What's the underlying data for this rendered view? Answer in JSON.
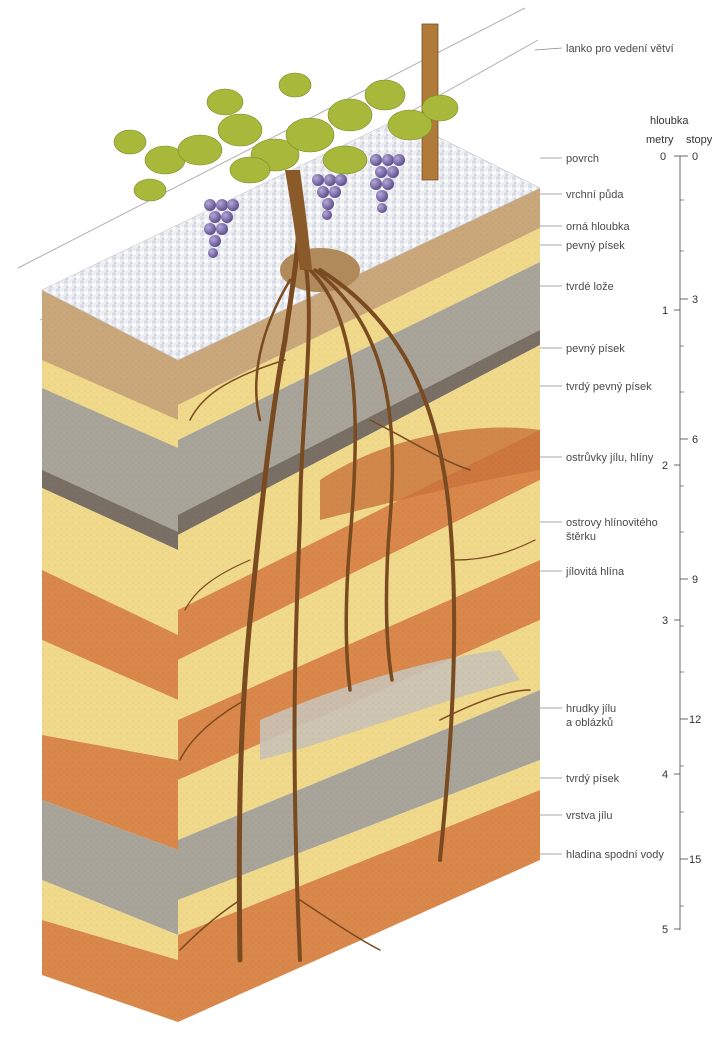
{
  "labels": [
    "lanko pro vedení větví",
    "povrch",
    "vrchní půda",
    "orná hloubka",
    "pevný písek",
    "tvrdé lože",
    "pevný písek",
    "tvrdý pevný písek",
    "ostrůvky jílu, hlíny",
    "ostrovy hlínovitého",
    "štěrku",
    "jílovitá hlína",
    "hrudky jílu",
    "a oblázků",
    "tvrdý písek",
    "vrstva jílu",
    "hladina spodní vody"
  ],
  "scale": {
    "title": "hloubka",
    "metres_label": "metry",
    "feet_label": "stopy",
    "metres_ticks": [
      "0",
      "1",
      "2",
      "3",
      "4",
      "5"
    ],
    "feet_ticks": [
      "0",
      "3",
      "6",
      "9",
      "12",
      "15"
    ]
  },
  "colors": {
    "topsoil": "#c9a77a",
    "sand_yellow": "#f0d98a",
    "gray_layer": "#a9a49a",
    "clay_orange": "#d9874a",
    "gravel_white": "#e8e9ee",
    "root_brown": "#7a4a20",
    "leaf_green": "#a8b83a",
    "grape_purple": "#6a5a9a"
  }
}
